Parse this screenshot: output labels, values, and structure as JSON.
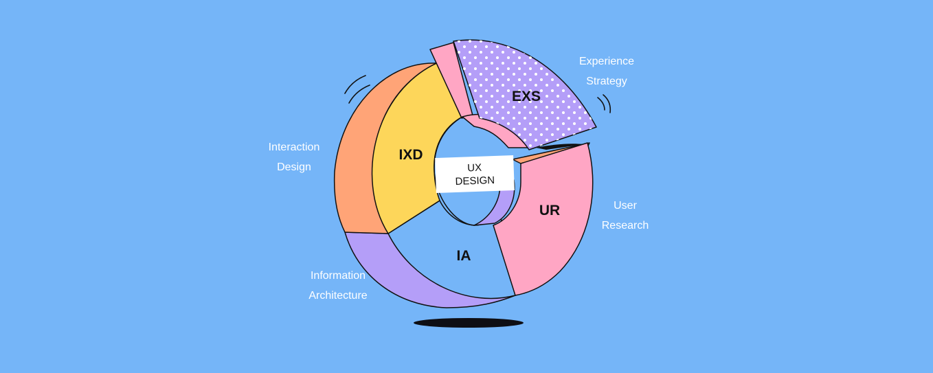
{
  "diagram": {
    "colors": {
      "background": "#75b5f8",
      "ixd": "#fdd65a",
      "ixd_side": "#ffa477",
      "exs": "#b49ef8",
      "exs_side": "#ffa6c4",
      "ur": "#ffa6c4",
      "ur_side": "#ffa477",
      "ia": "#75b5f8",
      "ia_side": "#b49ef8",
      "outline": "#111111",
      "text": "#ffffff"
    },
    "segments": {
      "ixd": {
        "label": "IXD"
      },
      "exs": {
        "label": "EXS"
      },
      "ur": {
        "label": "UR"
      },
      "ia": {
        "label": "IA"
      }
    },
    "center": {
      "line1": "UX",
      "line2": "DESIGN"
    },
    "captions": {
      "interaction": [
        "Interaction",
        "Design"
      ],
      "experience": [
        "Experience",
        "Strategy"
      ],
      "user_research": [
        "User",
        "Research"
      ],
      "information": [
        "Information",
        "Architecture"
      ]
    }
  }
}
